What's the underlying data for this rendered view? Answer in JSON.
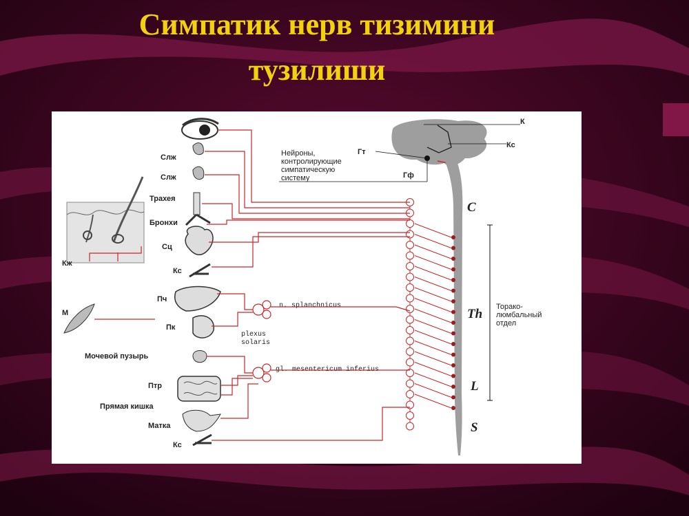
{
  "title": {
    "line1": "Симпатик нерв тизимини",
    "line2": "тузилиши"
  },
  "colors": {
    "background": "#2a0316",
    "title": "#f2d20f",
    "nerve": "#c8262a",
    "spine": "#9e9e9e"
  },
  "diagram": {
    "organs": {
      "eye": "",
      "slzh1": "Слж",
      "slzh2": "Слж",
      "trachea": "Трахея",
      "bronchi": "Бронхи",
      "heart": "Сц",
      "ks_vessel": "Кс",
      "skin": "Кж",
      "muscle": "М",
      "liver": "Пч",
      "pancreas": "Пк",
      "bladder": "Мочевой пузырь",
      "intestine": "Птр",
      "rectum": "Прямая кишка",
      "uterus": "Матка",
      "ks_bottom": "Кс"
    },
    "brain": {
      "k": "К",
      "ks": "Кс",
      "gt": "Гт",
      "gf": "Гф",
      "neurons_line1": "Нейроны,",
      "neurons_line2": "контролирующие",
      "neurons_line3": "симпатическую",
      "neurons_line4": "систему"
    },
    "ganglia": {
      "splanchnicus": "n. splanchnicus",
      "plexus_line1": "plexus",
      "plexus_line2": "solaris",
      "mesentericum": "gl. mesentericum inferius"
    },
    "segments": {
      "c": "C",
      "th": "Th",
      "l": "L",
      "s": "S"
    },
    "region": {
      "line1": "Торако-",
      "line2": "люмбальный",
      "line3": "отдел"
    }
  }
}
